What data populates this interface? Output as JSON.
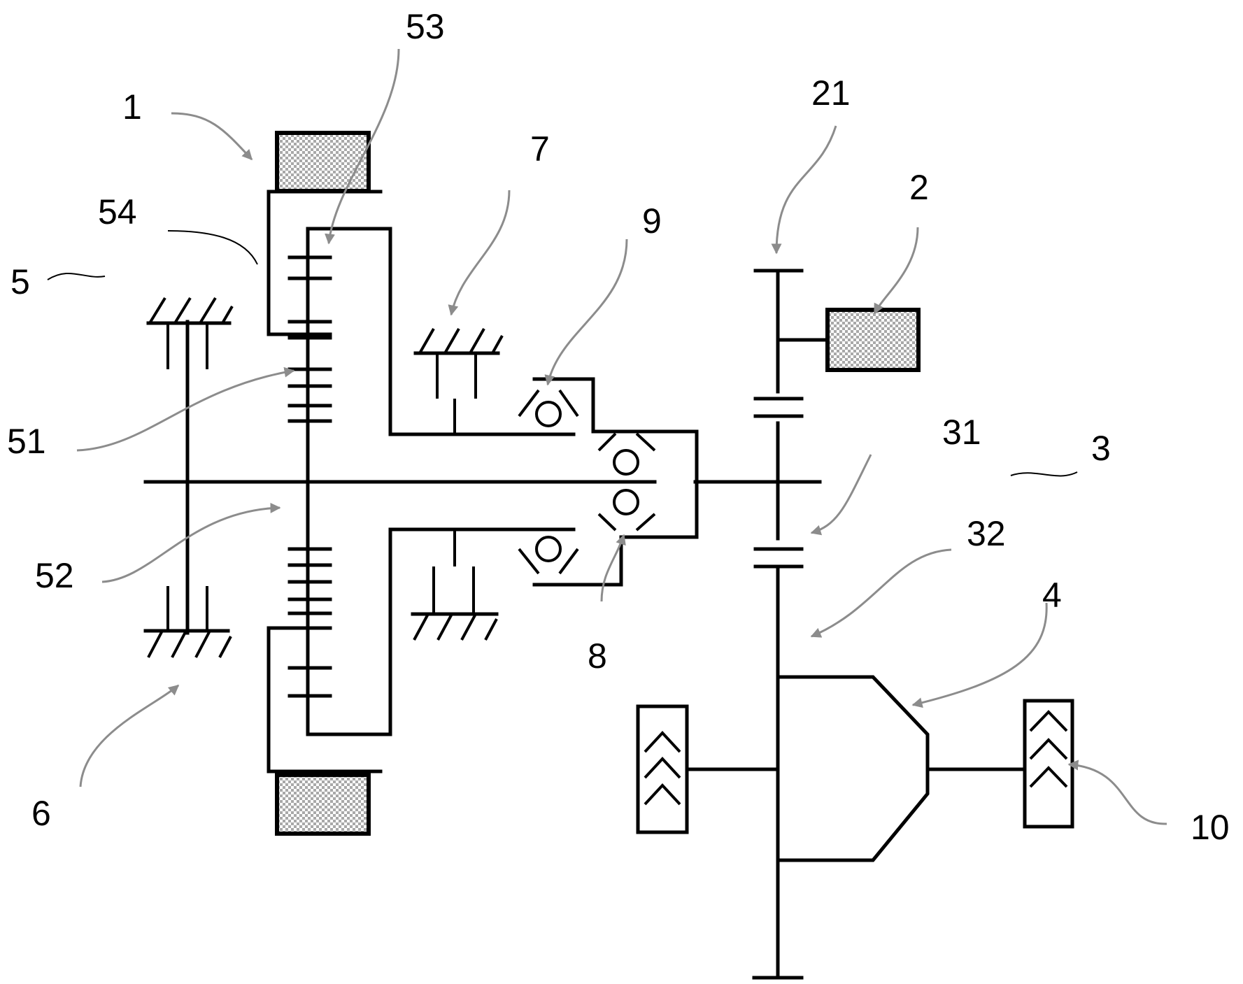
{
  "figure": {
    "labels": [
      {
        "id": "1",
        "text": "1"
      },
      {
        "id": "2",
        "text": "2"
      },
      {
        "id": "3",
        "text": "3"
      },
      {
        "id": "4",
        "text": "4"
      },
      {
        "id": "5",
        "text": "5"
      },
      {
        "id": "6",
        "text": "6"
      },
      {
        "id": "7",
        "text": "7"
      },
      {
        "id": "8",
        "text": "8"
      },
      {
        "id": "9",
        "text": "9"
      },
      {
        "id": "10",
        "text": "10"
      },
      {
        "id": "21",
        "text": "21"
      },
      {
        "id": "31",
        "text": "31"
      },
      {
        "id": "32",
        "text": "32"
      },
      {
        "id": "51",
        "text": "51"
      },
      {
        "id": "52",
        "text": "52"
      },
      {
        "id": "53",
        "text": "53"
      },
      {
        "id": "54",
        "text": "54"
      }
    ],
    "colors": {
      "line": "#000000",
      "leader": "#8c8c8c",
      "motor_fill": "#c8c8c8"
    }
  }
}
